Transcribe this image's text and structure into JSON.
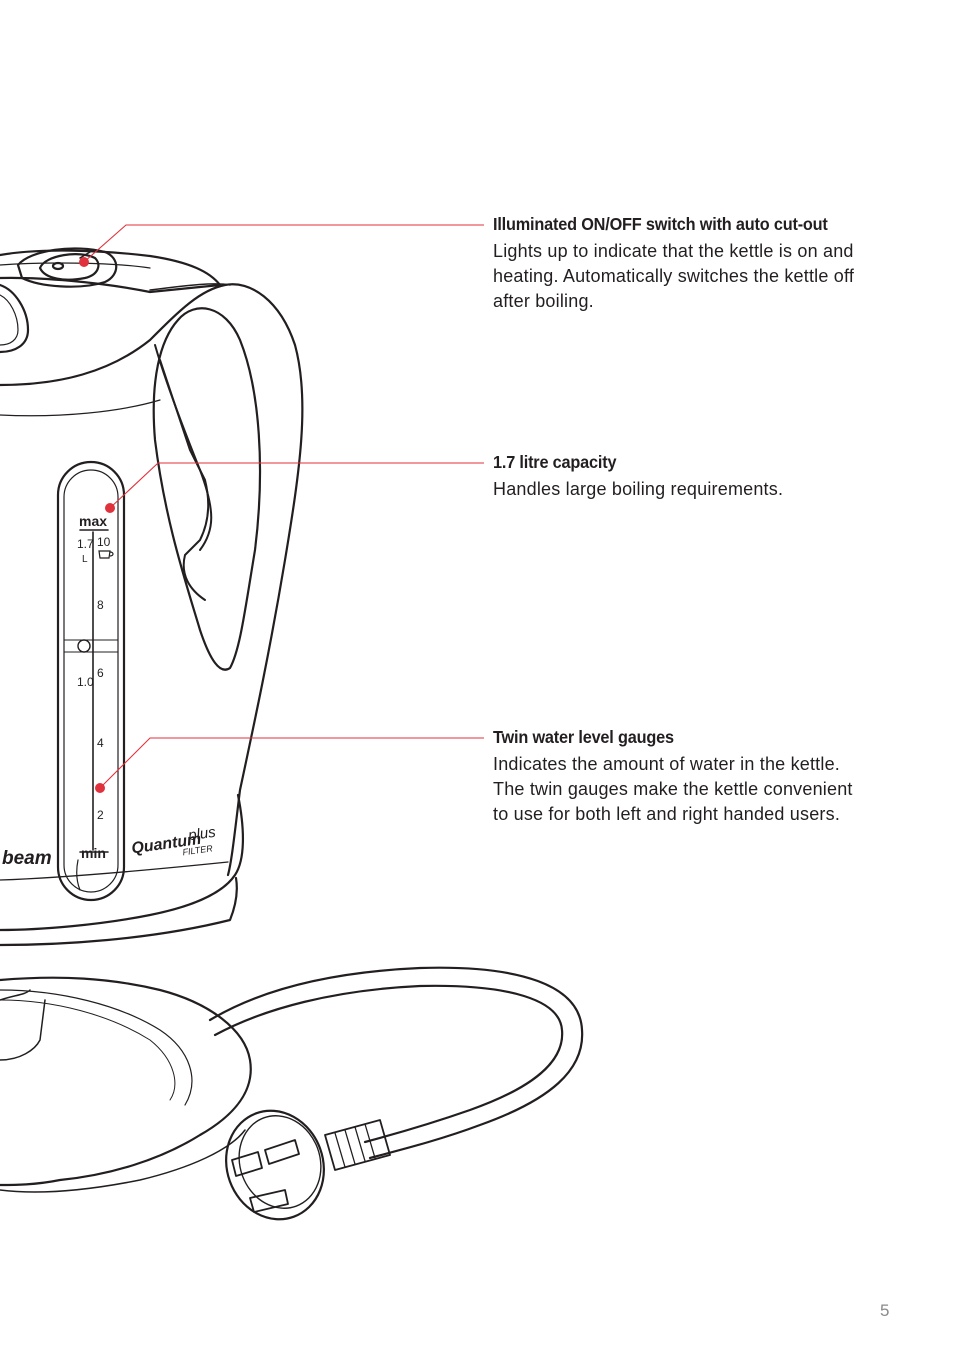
{
  "callouts": [
    {
      "title": "Illuminated ON/OFF switch with auto cut-out",
      "body": "Lights up to indicate that the kettle is on and heating. Automatically switches the kettle off after boiling."
    },
    {
      "title": "1.7 litre capacity",
      "body": "Handles large boiling requirements."
    },
    {
      "title": "Twin water level gauges",
      "body": "Indicates the amount of water in the kettle. The twin gauges make the kettle convenient to use for both left and right handed users."
    }
  ],
  "gauge": {
    "max_label": "max",
    "min_label": "min",
    "litre_top": "1.7",
    "litre_unit": "L",
    "litre_mid": "1.0",
    "cups": [
      "10",
      "8",
      "6",
      "4",
      "2"
    ]
  },
  "branding": {
    "model": "Quantum",
    "model_suffix": "plus",
    "filter": "FILTER",
    "brand_partial": "beam"
  },
  "page_number": "5",
  "colors": {
    "callout_line": "#e0323c",
    "outline": "#231f20"
  }
}
